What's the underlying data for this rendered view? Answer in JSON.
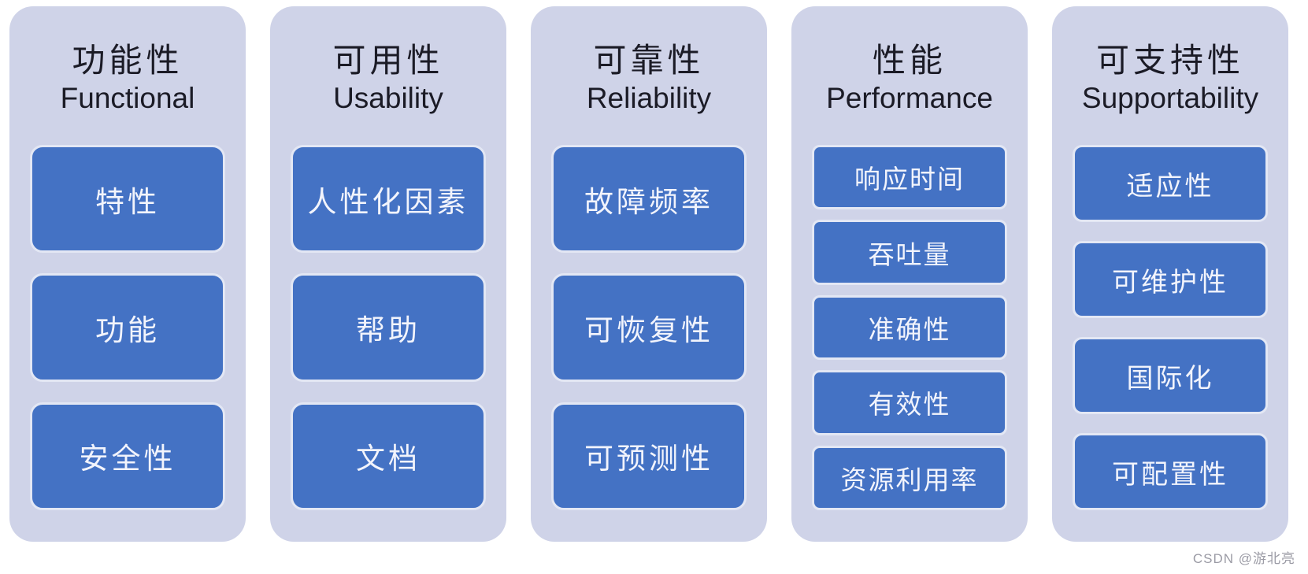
{
  "colors": {
    "page_bg": "#ffffff",
    "column_bg": "#cfd3e8",
    "box_bg": "#4472c4",
    "box_border": "#e3e7f4",
    "box_text": "#f2f4fc",
    "title_text": "#1b1b26",
    "watermark_text": "#9b9ba5"
  },
  "columns": [
    {
      "id": "functional",
      "title_zh": "功能性",
      "title_en": "Functional",
      "box_size": "large",
      "boxes": [
        "特性",
        "功能",
        "安全性"
      ]
    },
    {
      "id": "usability",
      "title_zh": "可用性",
      "title_en": "Usability",
      "box_size": "large",
      "boxes": [
        "人性化因素",
        "帮助",
        "文档"
      ]
    },
    {
      "id": "reliability",
      "title_zh": "可靠性",
      "title_en": "Reliability",
      "box_size": "large",
      "boxes": [
        "故障频率",
        "可恢复性",
        "可预测性"
      ]
    },
    {
      "id": "performance",
      "title_zh": "性能",
      "title_en": "Performance",
      "box_size": "small",
      "boxes": [
        "响应时间",
        "吞吐量",
        "准确性",
        "有效性",
        "资源利用率"
      ]
    },
    {
      "id": "supportability",
      "title_zh": "可支持性",
      "title_en": "Supportability",
      "box_size": "medium",
      "boxes": [
        "适应性",
        "可维护性",
        "国际化",
        "可配置性"
      ]
    }
  ],
  "watermark": {
    "text": "CSDN @游北亮"
  }
}
